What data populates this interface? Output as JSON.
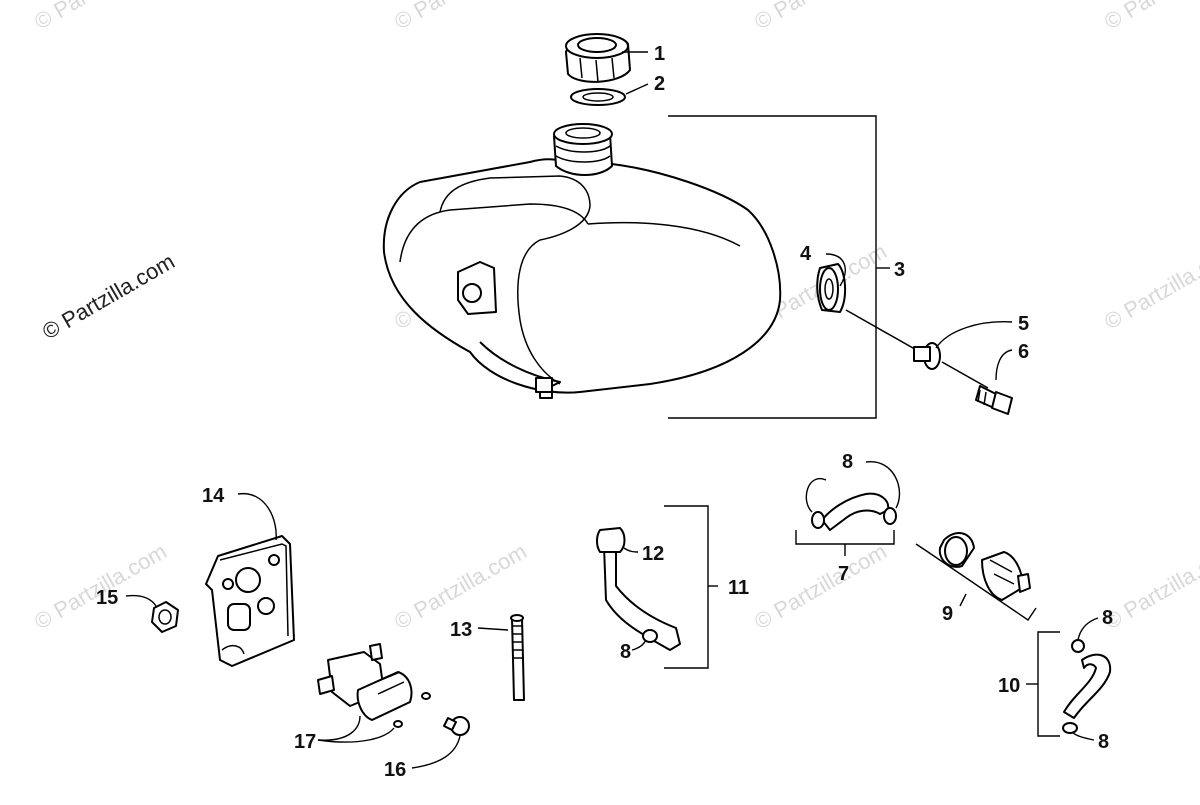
{
  "watermark": {
    "text": "© Partzilla.com",
    "main_text": "© Partzilla.com"
  },
  "callouts": [
    "1",
    "2",
    "3",
    "4",
    "5",
    "6",
    "7",
    "8",
    "9",
    "10",
    "11",
    "12",
    "13",
    "14",
    "15",
    "16",
    "17"
  ],
  "colors": {
    "ink": "#000000",
    "watermark": "#d8d8d8",
    "background": "#ffffff"
  }
}
